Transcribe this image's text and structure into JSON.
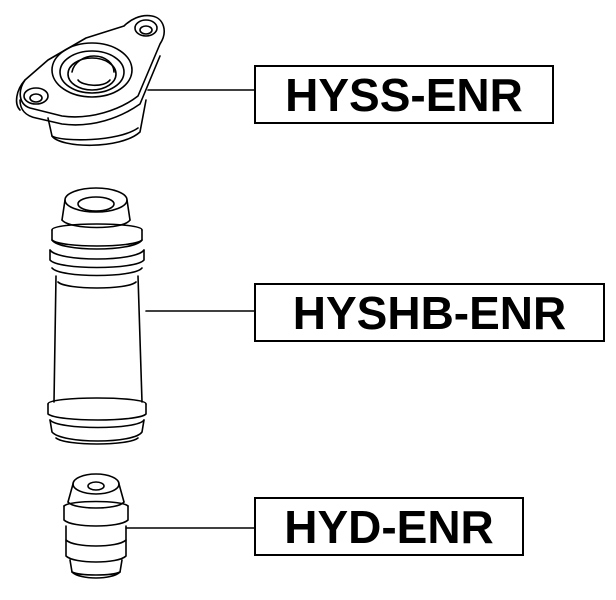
{
  "parts": [
    {
      "id": "mount",
      "label": "HYSS-ENR",
      "icon": "strut-mount-icon"
    },
    {
      "id": "boot",
      "label": "HYSHB-ENR",
      "icon": "shock-boot-icon"
    },
    {
      "id": "bump",
      "label": "HYD-ENR",
      "icon": "bump-stop-icon"
    }
  ],
  "colors": {
    "line": "#000000",
    "background": "#ffffff"
  }
}
